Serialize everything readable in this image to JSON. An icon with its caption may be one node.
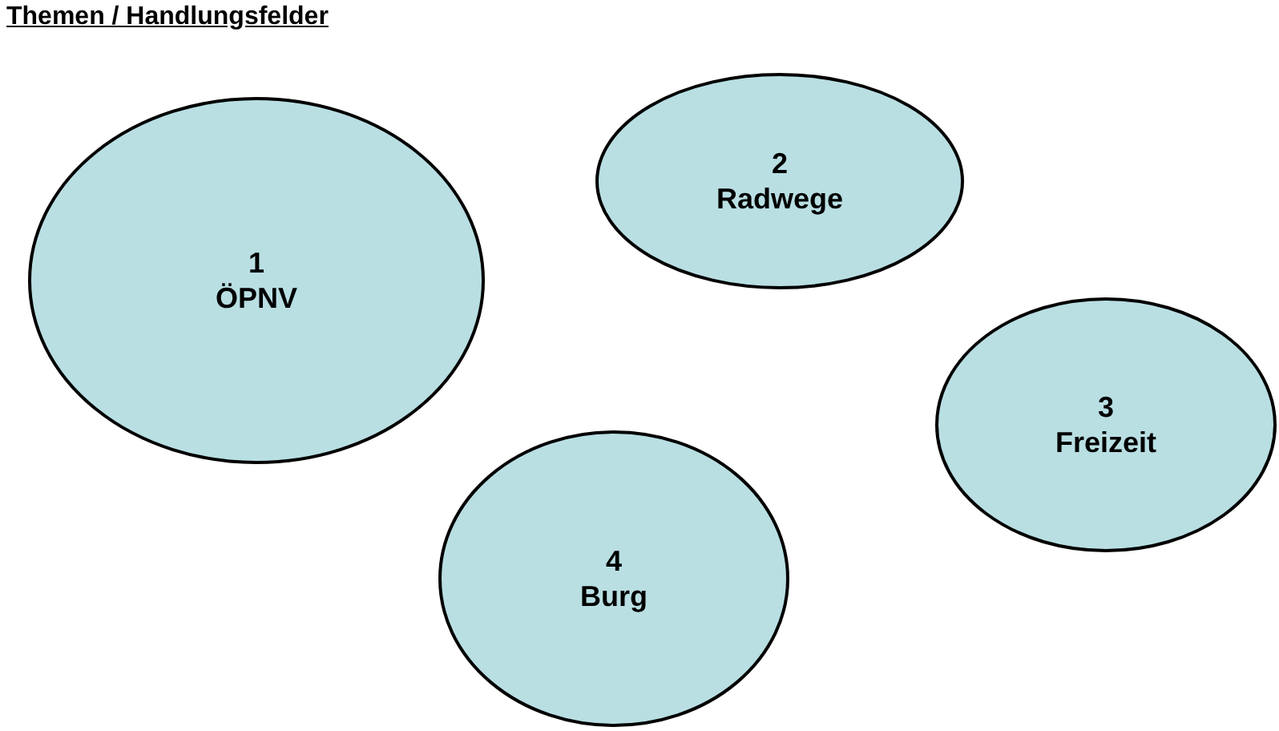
{
  "diagram": {
    "title": "Themen / Handlungsfelder",
    "nodes": [
      {
        "text": [
          "1",
          "ÖPNV"
        ]
      },
      {
        "text": [
          "2",
          "Radwege"
        ]
      },
      {
        "text": [
          "3",
          "Freizeit"
        ]
      },
      {
        "text": [
          "4",
          "Burg"
        ]
      }
    ]
  }
}
